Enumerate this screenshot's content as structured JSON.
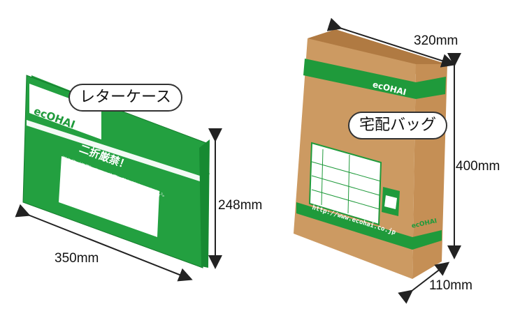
{
  "colors": {
    "green": "#1f9a3b",
    "kraft": "#c9955c",
    "kraft_dark": "#b07a42",
    "white": "#ffffff"
  },
  "letter_case": {
    "name": "レターケース",
    "logo": "ecOHAI",
    "banner": "二折厳禁！",
    "instruction": "送り状（伝票）をこの位置に貼り付けてください。",
    "width": "350mm",
    "height": "248mm"
  },
  "bag": {
    "name": "宅配バッグ",
    "logo_top": "ecOHAI",
    "logo_side": "ecOHAI",
    "url": "http://www.ecohai.co.jp",
    "width": "320mm",
    "height": "400mm",
    "depth": "110mm"
  }
}
